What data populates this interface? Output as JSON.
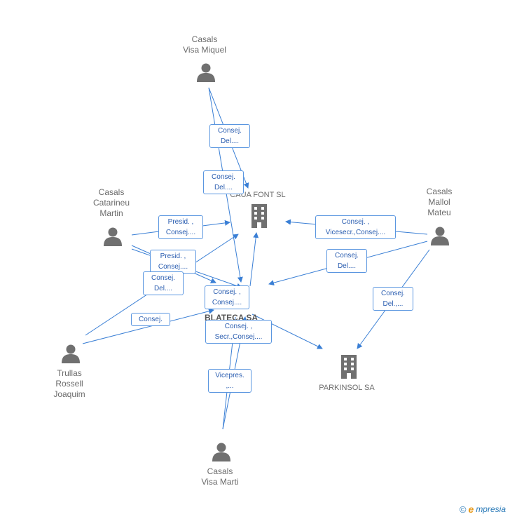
{
  "colors": {
    "edge": "#3a7fd5",
    "icon": "#707070",
    "box_border": "#5a96e0",
    "box_text": "#2a5db0"
  },
  "persons": [
    {
      "id": "visa-miquel",
      "label": "Casals\nVisa Miquel"
    },
    {
      "id": "catarineu",
      "label": "Casals\nCatarineu\nMartin"
    },
    {
      "id": "mallol",
      "label": "Casals\nMallol\nMateu"
    },
    {
      "id": "trullas",
      "label": "Trullas\nRossell\nJoaquim"
    },
    {
      "id": "visa-marti",
      "label": "Casals\nVisa Marti"
    }
  ],
  "companies": [
    {
      "id": "caua-font",
      "label": "CAUA FONT SL"
    },
    {
      "id": "blateca",
      "label": "BLATECA SA"
    },
    {
      "id": "parkinsol",
      "label": "PARKINSOL SA"
    }
  ],
  "roles": [
    "Consej.\nDel....",
    "Consej.\nDel....",
    "Presid. ,\nConsej....",
    "Consej. ,\nVicesecr.,Consej....",
    "Presid. ,\nConsej....",
    "Consej.\nDel....",
    "Consej.\nDel....",
    "Consej.\nDel.,...",
    "Consej. ,\nConsej....",
    "Consej.",
    "Consej. ,\nSecr.,Consej....",
    "Vicepres.\n,..."
  ],
  "watermark": {
    "copyright": "©",
    "brand_letter": "e",
    "brand_rest": "mpresia"
  }
}
